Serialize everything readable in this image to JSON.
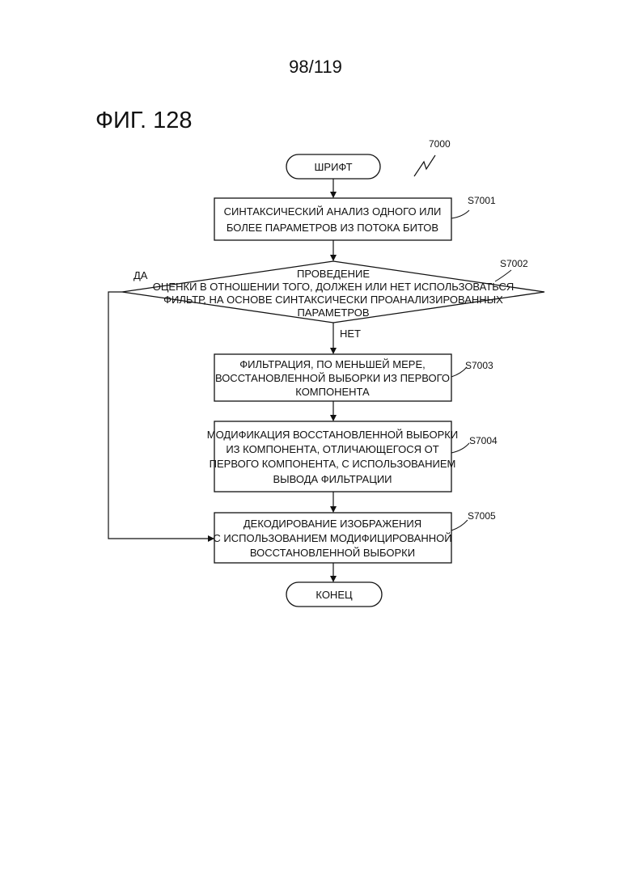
{
  "header": {
    "page_number": "98/119",
    "figure_title": "ФИГ. 128"
  },
  "diagram": {
    "reference": "7000",
    "start": "ШРИФТ",
    "end": "КОНЕЦ",
    "steps": [
      {
        "id": "S7001",
        "lines": [
          "СИНТАКСИЧЕСКИЙ АНАЛИЗ ОДНОГО ИЛИ",
          "БОЛЕЕ ПАРАМЕТРОВ ИЗ ПОТОКА БИТОВ"
        ]
      },
      {
        "id": "S7002",
        "lines": [
          "ПРОВЕДЕНИЕ",
          "ОЦЕНКИ В ОТНОШЕНИИ ТОГО, ДОЛЖЕН ИЛИ НЕТ ИСПОЛЬЗОВАТЬСЯ",
          "ФИЛЬТР, НА ОСНОВЕ СИНТАКСИЧЕСКИ ПРОАНАЛИЗИРОВАННЫХ",
          "ПАРАМЕТРОВ"
        ]
      },
      {
        "id": "S7003",
        "lines": [
          "ФИЛЬТРАЦИЯ, ПО МЕНЬШЕЙ МЕРЕ,",
          "ВОССТАНОВЛЕННОЙ ВЫБОРКИ ИЗ ПЕРВОГО",
          "КОМПОНЕНТА"
        ]
      },
      {
        "id": "S7004",
        "lines": [
          "МОДИФИКАЦИЯ ВОССТАНОВЛЕННОЙ ВЫБОРКИ",
          "ИЗ КОМПОНЕНТА, ОТЛИЧАЮЩЕГОСЯ ОТ",
          "ПЕРВОГО КОМПОНЕНТА, С ИСПОЛЬЗОВАНИЕМ",
          "ВЫВОДА ФИЛЬТРАЦИИ"
        ]
      },
      {
        "id": "S7005",
        "lines": [
          "ДЕКОДИРОВАНИЕ ИЗОБРАЖЕНИЯ",
          "С ИСПОЛЬЗОВАНИЕМ МОДИФИЦИРОВАННОЙ",
          "ВОССТАНОВЛЕННОЙ ВЫБОРКИ"
        ]
      }
    ],
    "yes_label": "ДА",
    "no_label": "НЕТ"
  }
}
